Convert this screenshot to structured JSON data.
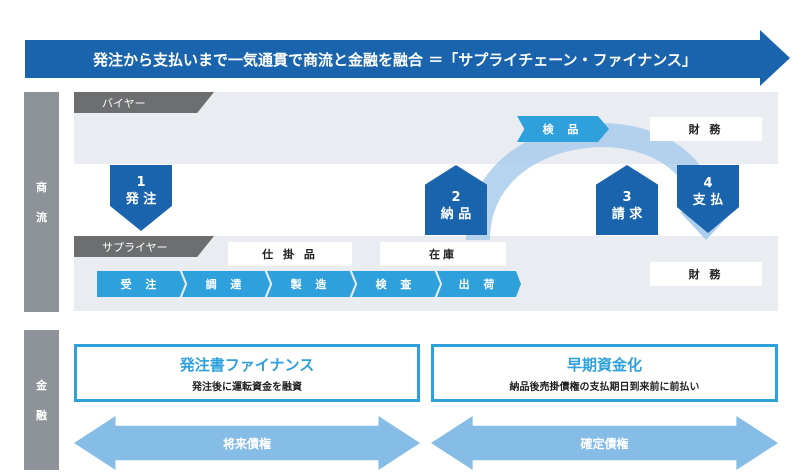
{
  "title": "発注から支払いまで一気通貫で商流と金融を融合 ＝「サプライチェーン・ファイナンス」",
  "side": {
    "commerce": [
      "商",
      "流"
    ],
    "finance": [
      "金",
      "融"
    ]
  },
  "buyer": {
    "label": "バイヤー",
    "inspection": "検 品",
    "finance_dept": "財 務"
  },
  "supplier": {
    "label": "サプライヤー",
    "wip": "仕 掛 品",
    "inventory": "在庫",
    "finance_dept": "財 務",
    "process": [
      "受 注",
      "調 達",
      "製 造",
      "検 査",
      "出 荷"
    ]
  },
  "steps": [
    {
      "num": "1",
      "label": "発 注"
    },
    {
      "num": "2",
      "label": "納 品"
    },
    {
      "num": "3",
      "label": "請 求"
    },
    {
      "num": "4",
      "label": "支 払"
    }
  ],
  "finance": {
    "po": {
      "title": "発注書ファイナンス",
      "desc": "発注後に運転資金を融資",
      "arrow": "将来債権"
    },
    "early": {
      "title": "早期資金化",
      "desc": "納品後売掛債権の支払期日到来前に前払い",
      "arrow": "確定債権"
    }
  },
  "colors": {
    "dark_blue": "#1a64ad",
    "light_blue": "#2ea0dc",
    "pale_blue": "#85bde6",
    "gray": "#8e9399"
  }
}
